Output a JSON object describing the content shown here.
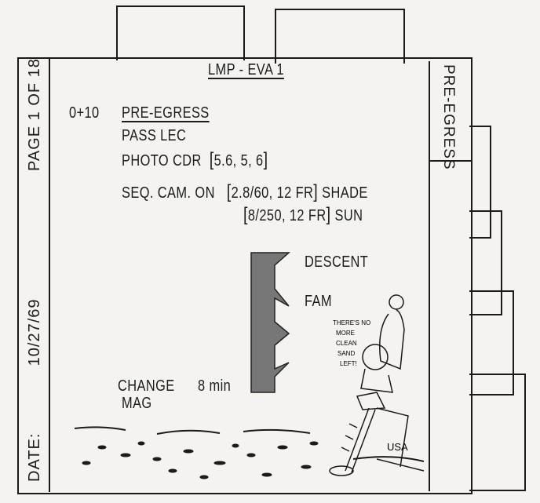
{
  "header": {
    "title": "LMP - EVA 1"
  },
  "side": {
    "page": "PAGE 1 OF 18",
    "date_label": "DATE:",
    "date": "10/27/69"
  },
  "tab": {
    "label": "PRE-EGRESS"
  },
  "steps": {
    "time": "0+10",
    "section": "PRE-EGRESS",
    "pass": "PASS LEC",
    "photo": "PHOTO CDR",
    "photo_settings": "5.6, 5, 6",
    "seqcam": "SEQ. CAM. ON",
    "shade_settings": "2.8/60, 12 FR",
    "shade": "SHADE",
    "sun_settings": "8/250,  12 FR",
    "sun": "SUN",
    "descent": "DESCENT",
    "fam": "FAM",
    "change": "CHANGE",
    "duration": "8 min",
    "mag": "MAG"
  },
  "cartoon": {
    "caption": [
      "THERE'S NO",
      "MORE",
      "CLEAN",
      "SAND",
      "LEFT!"
    ],
    "flag": "USA"
  }
}
